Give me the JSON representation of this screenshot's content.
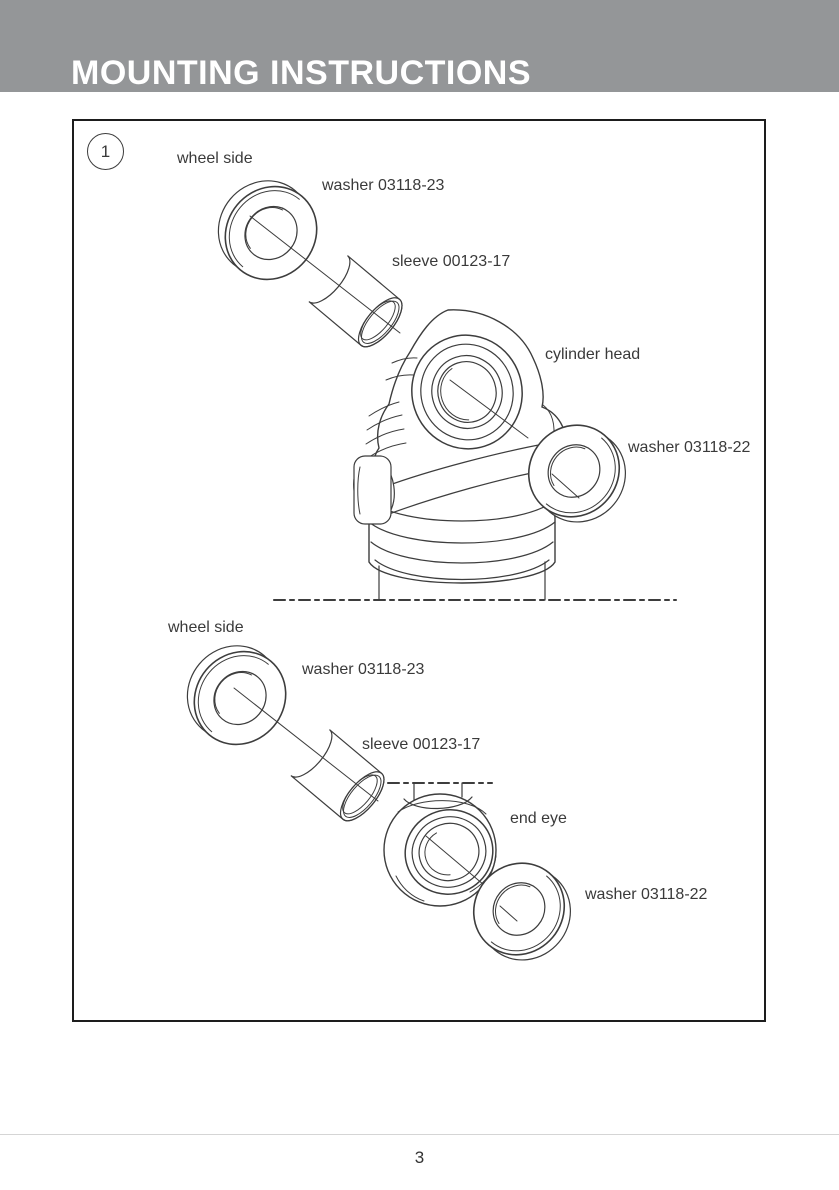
{
  "header": {
    "title": "MOUNTING INSTRUCTIONS"
  },
  "figure": {
    "step_number": "1",
    "top_diagram": {
      "labels": {
        "wheel_side": "wheel side",
        "washer_top": "washer 03118-23",
        "sleeve": "sleeve 00123-17",
        "cylinder_head": "cylinder head",
        "washer_right": "washer 03118-22"
      }
    },
    "bottom_diagram": {
      "labels": {
        "wheel_side": "wheel side",
        "washer_top": "washer 03118-23",
        "sleeve": "sleeve 00123-17",
        "end_eye": "end eye",
        "washer_right": "washer 03118-22"
      }
    }
  },
  "footer": {
    "page_number": "3"
  },
  "colors": {
    "header_band": "#949698",
    "line_art": "#3d3d3d",
    "footer_rule": "#d5d5d5",
    "title_text": "#ffffff"
  }
}
